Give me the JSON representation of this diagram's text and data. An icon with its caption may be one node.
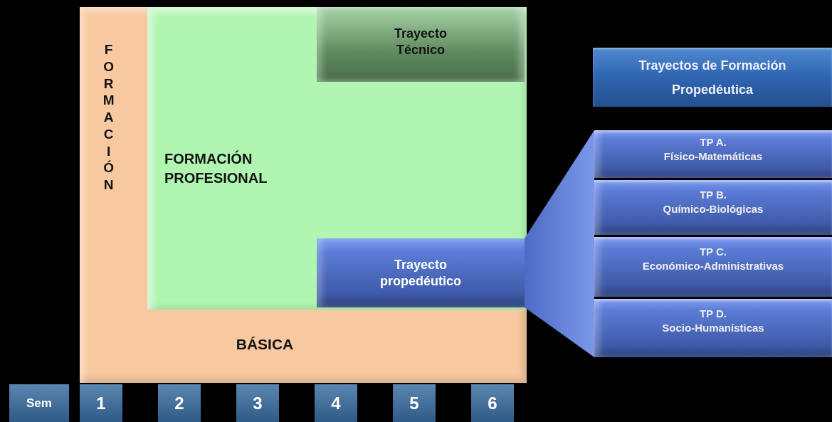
{
  "diagram": {
    "nodes": [
      {
        "text": [
          "FORMACIÓN",
          "BÁSICA"
        ]
      },
      {
        "text": [
          "FORMACIÓN PROFESIONAL"
        ],
        "in": 0
      },
      {
        "text": [
          "Trayecto Técnico"
        ],
        "in": 1
      },
      {
        "text": [
          "Trayecto propedéutico"
        ],
        "in": 1
      },
      {
        "text": [
          "Trayectos de Formación Propedéutica"
        ]
      },
      {
        "text": [
          "TP A.",
          "Físico-Matemáticas"
        ]
      },
      {
        "text": [
          "TP B.",
          "Químico-Biológicas"
        ]
      },
      {
        "text": [
          "TP C.",
          "Económico-Administrativas"
        ]
      },
      {
        "text": [
          "TP D.",
          "Socio-Humanísticas"
        ]
      },
      {
        "text": [
          "Sem"
        ]
      },
      {
        "text": [
          "1"
        ]
      },
      {
        "text": [
          "2"
        ]
      },
      {
        "text": [
          "3"
        ]
      },
      {
        "text": [
          "4"
        ]
      },
      {
        "text": [
          "5"
        ]
      },
      {
        "text": [
          "6"
        ]
      },
      {
        "text": [],
        "shape": "trapezoid"
      }
    ]
  }
}
